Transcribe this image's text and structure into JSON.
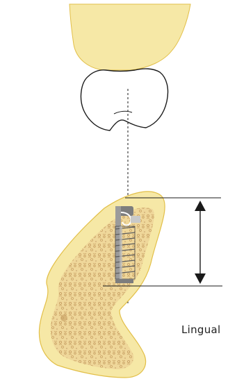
{
  "labels": {
    "lingual": "Lingual"
  },
  "colors": {
    "bone_fill": "#f6e8a6",
    "bone_edge": "#e2bf48",
    "trabecular": "#c8a86c",
    "outline": "#1a1a1a",
    "implant_grey": "#7d7d7d",
    "implant_light": "#bdbdbd"
  },
  "icons": {
    "maxilla": "upper-jaw-shape",
    "tooth": "crown-outline",
    "mandible": "lower-jaw-cross-section",
    "implant": "screw-implant",
    "measurement": "double-headed-arrow"
  }
}
